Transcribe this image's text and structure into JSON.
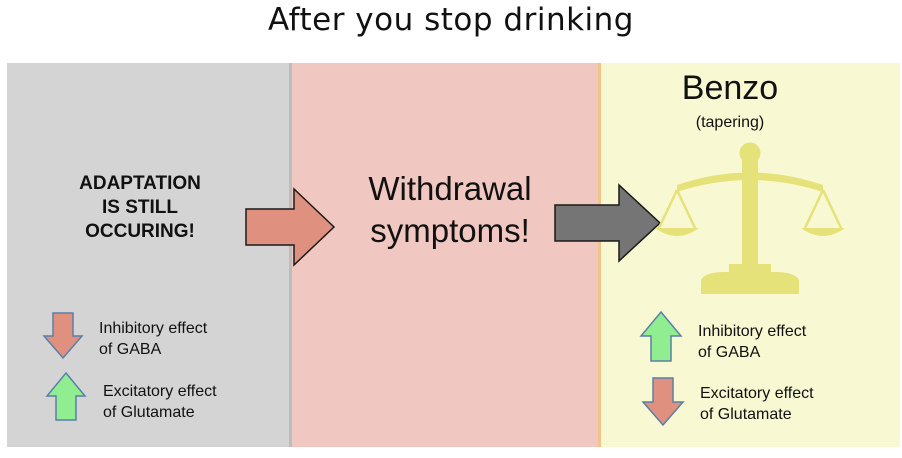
{
  "title": "After you stop drinking",
  "left_panel": {
    "heading_lines": [
      "ADAPTATION",
      "IS STILL",
      "OCCURING!"
    ],
    "inhibitory": [
      "Inhibitory effect",
      "of GABA"
    ],
    "excitatory": [
      "Excitatory effect",
      "of Glutamate"
    ]
  },
  "middle_panel": {
    "heading_lines": [
      "Withdrawal",
      "symptoms!"
    ]
  },
  "right_panel": {
    "title": "Benzo",
    "subtitle": "(tapering)",
    "inhibitory": [
      "Inhibitory effect",
      "of GABA"
    ],
    "excitatory": [
      "Excitatory effect",
      "of Glutamate"
    ]
  },
  "colors": {
    "gray_panel": "#d4d4d4",
    "red_panel": "#f0c8c1",
    "yellow_panel": "#f8f8d2",
    "salmon_arrow": "#e0907e",
    "gray_arrow": "#757575",
    "green_arrow": "#90ee90",
    "scale": "#e6e27a"
  }
}
